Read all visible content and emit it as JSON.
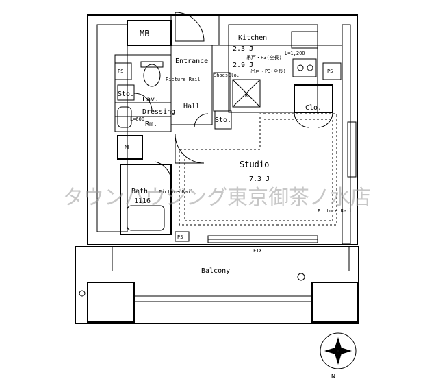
{
  "rooms": {
    "mb": "MB",
    "kitchen": "Kitchen",
    "kitchen_area_1": "2.3 J",
    "kitchen_area_2": "2.9 J",
    "kitchen_note_1": "L=1,200",
    "kitchen_note_2": "吊戸・P3(全長)",
    "kitchen_note_3": "吊戸・P3(全長)",
    "entrance": "Entrance",
    "picture_rail_entrance": "Picture Rail",
    "shoes_closet": "ShoesClo.",
    "ps_1": "PS",
    "ps_2": "PS",
    "ps_3": "PS",
    "storage_1": "Sto.",
    "storage_2": "Sto.",
    "lavatory": "Lav.",
    "dressing": "Dressing",
    "dressing_rm": "Rm.",
    "dressing_note": "L=600",
    "hall": "Hall",
    "closet": "Clo.",
    "refrigerator_mark": "R",
    "washer_mark": "M",
    "studio": "Studio",
    "studio_area": "7.3 J",
    "bath": "Bath",
    "bath_size": "1116",
    "picture_rail_bath": "Picture Rail",
    "picture_rail_studio": "Picture Rail",
    "fix": "FIX",
    "balcony": "Balcony",
    "north": "N"
  },
  "watermark": "タウンハウジング東京御茶ノ水店"
}
